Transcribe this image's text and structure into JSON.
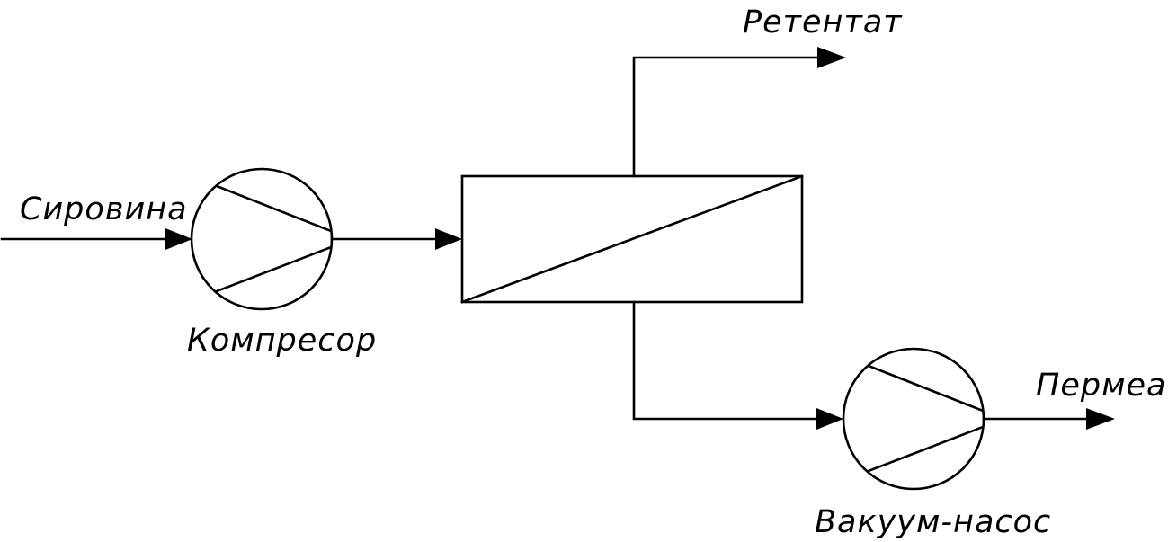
{
  "labels": {
    "feed": "Сировина",
    "compressor": "Компресор",
    "retentate": "Ретентат",
    "permeate": "Пермеат",
    "vacuum_pump": "Вакуум-насос"
  },
  "colors": {
    "stroke": "#000000",
    "background": "#ffffff"
  }
}
